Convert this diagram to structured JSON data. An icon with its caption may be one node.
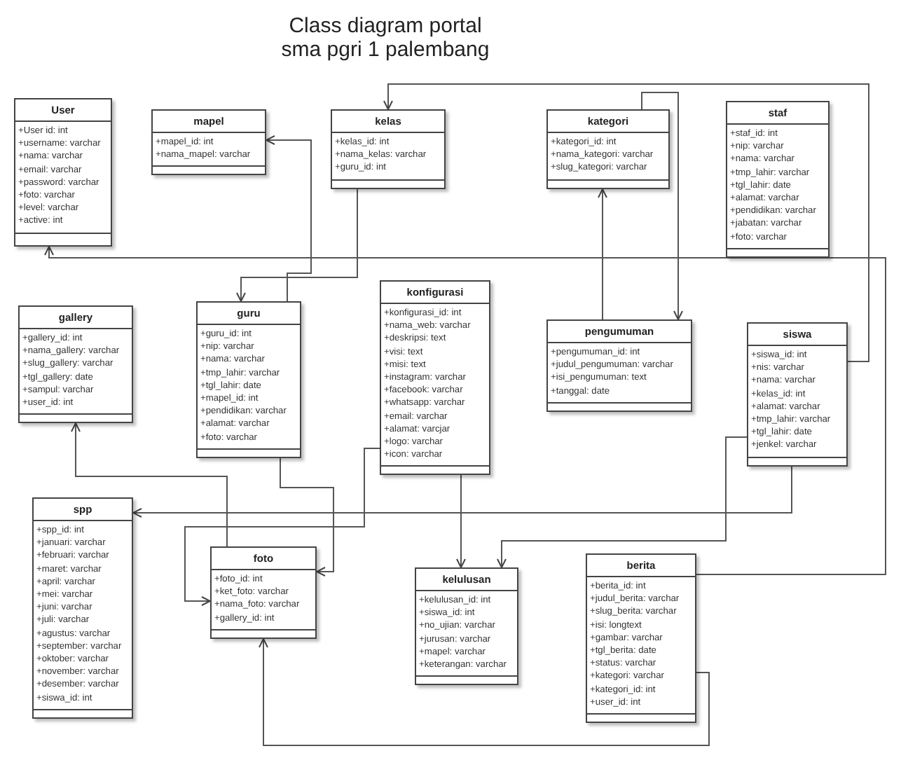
{
  "diagram": {
    "title": "Class diagram portal sma pgri 1 palembang",
    "nodes": [
      {
        "text": [
          "User",
          "+User id: int",
          "+username: varchar",
          "+nama: varchar",
          "+email: varchar",
          "+password: varchar",
          "+foto: varchar",
          "+level: varchar",
          "+active: int"
        ]
      },
      {
        "text": [
          "mapel",
          "+mapel_id: int",
          "+nama_mapel: varchar"
        ]
      },
      {
        "text": [
          "kelas",
          "+kelas_id: int",
          "+nama_kelas: varchar",
          "+guru_id: int"
        ]
      },
      {
        "text": [
          "kategori",
          "+kategori_id: int",
          "+nama_kategori: varchar",
          "+slug_kategori: varchar"
        ]
      },
      {
        "text": [
          "staf",
          "+staf_id: int",
          "+nip: varchar",
          "+nama: varchar",
          "+tmp_lahir: varchar",
          "+tgl_lahir: date",
          "+alamat: varchar",
          "+pendidikan: varchar",
          "+jabatan: varchar",
          "+foto: varchar"
        ]
      },
      {
        "text": [
          "gallery",
          "+gallery_id: int",
          "+nama_gallery: varchar",
          "+slug_gallery: varchar",
          "+tgl_gallery: date",
          "+sampul: varchar",
          "+user_id: int"
        ]
      },
      {
        "text": [
          "guru",
          "+guru_id: int",
          "+nip: varchar",
          "+nama: varchar",
          "+tmp_lahir: varchar",
          "+tgl_lahir: date",
          "+mapel_id: int",
          "+pendidikan: varchar",
          "+alamat: varchar",
          "+foto: varchar"
        ]
      },
      {
        "text": [
          "konfigurasi",
          "+konfigurasi_id: int",
          "+nama_web: varchar",
          "+deskripsi: text",
          "+visi: text",
          "+misi: text",
          "+instagram: varchar",
          "+facebook: varchar",
          "+whatsapp: varchar",
          "+email: varchar",
          "+alamat: varcjar",
          "+logo: varchar",
          "+icon: varchar"
        ]
      },
      {
        "text": [
          "pengumuman",
          "+pengumuman_id: int",
          "+judul_pengumuman: varchar",
          "+isi_pengumuman: text",
          "+tanggal: date"
        ]
      },
      {
        "text": [
          "siswa",
          "+siswa_id: int",
          "+nis: varchar",
          "+nama: varchar",
          "+kelas_id: int",
          "+alamat: varchar",
          "+tmp_lahir: varchar",
          "+tgl_lahir: date",
          "+jenkel: varchar"
        ]
      },
      {
        "text": [
          "spp",
          "+spp_id: int",
          "+januari: varchar",
          "+februari: varchar",
          "+maret: varchar",
          "+april: varchar",
          "+mei: varchar",
          "+juni: varchar",
          "+juli: varchar",
          "+agustus: varchar",
          "+september: varchar",
          "+oktober: varchar",
          "+november: varchar",
          "+desember: varchar",
          "+siswa_id: int"
        ]
      },
      {
        "text": [
          "foto",
          "+foto_id: int",
          "+ket_foto: varchar",
          "+nama_foto: varchar",
          "+gallery_id: int"
        ]
      },
      {
        "text": [
          "kelulusan",
          "+kelulusan_id: int",
          "+siswa_id: int",
          "+no_ujian: varchar",
          "+jurusan: varchar",
          "+mapel: varchar",
          "+keterangan: varchar"
        ]
      },
      {
        "text": [
          "berita",
          "+berita_id: int",
          "+judul_berita: varchar",
          "+slug_berita: varchar",
          "+isi: longtext",
          "+gambar: varchar",
          "+tgl_berita: date",
          "+status: varchar",
          "+kategori: varchar",
          "+kategori_id: int",
          "+user_id: int"
        ]
      }
    ],
    "edges": [
      {
        "from": 9,
        "to": 2,
        "arrow": "to"
      },
      {
        "from": 6,
        "to": 1,
        "arrow": "to"
      },
      {
        "from": 13,
        "to": 0,
        "arrow": "to"
      },
      {
        "from": 2,
        "to": 6,
        "arrow": "to"
      },
      {
        "from": 8,
        "to": 3,
        "arrow": "to"
      },
      {
        "from": 3,
        "to": 8,
        "arrow": "to"
      },
      {
        "from": 11,
        "to": 5,
        "arrow": "to"
      },
      {
        "from": 9,
        "to": 10,
        "arrow": "to"
      },
      {
        "from": 13,
        "to": 11,
        "arrow": "to"
      },
      {
        "from": 7,
        "to": 12,
        "arrow": "to"
      },
      {
        "from": 9,
        "to": 12,
        "arrow": "to"
      },
      {
        "from": 7,
        "to": 11,
        "arrow": "to"
      },
      {
        "from": 6,
        "to": 11,
        "arrow": "to"
      }
    ]
  }
}
